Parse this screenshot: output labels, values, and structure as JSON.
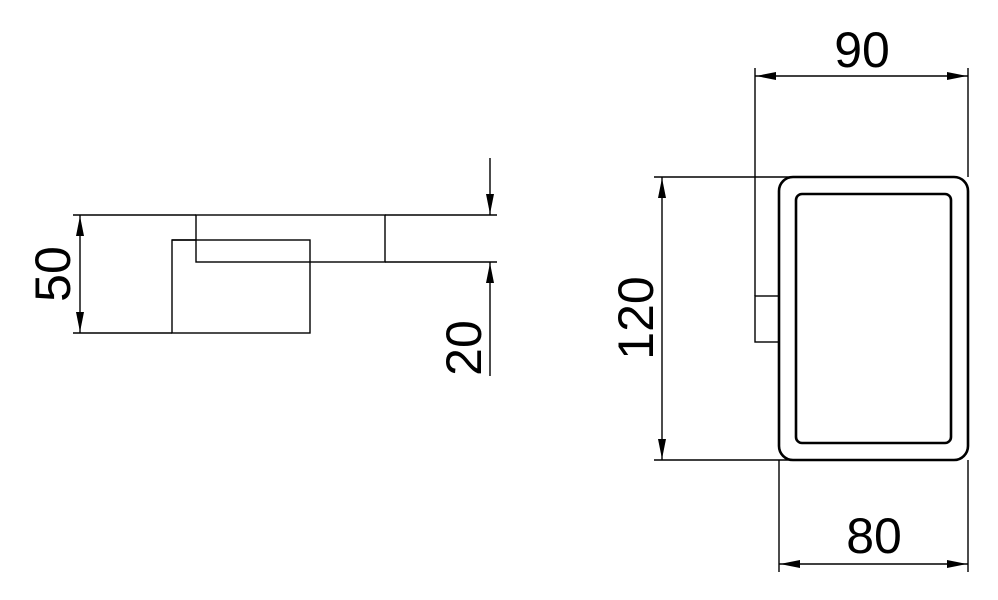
{
  "diagram": {
    "type": "technical-drawing",
    "colors": {
      "line": "#000000",
      "background": "#ffffff"
    },
    "side_view": {
      "height_dimension": "50",
      "plate_thickness_dimension": "20"
    },
    "front_view": {
      "width_dimension": "90",
      "height_dimension": "120",
      "inner_width_dimension": "80"
    }
  }
}
